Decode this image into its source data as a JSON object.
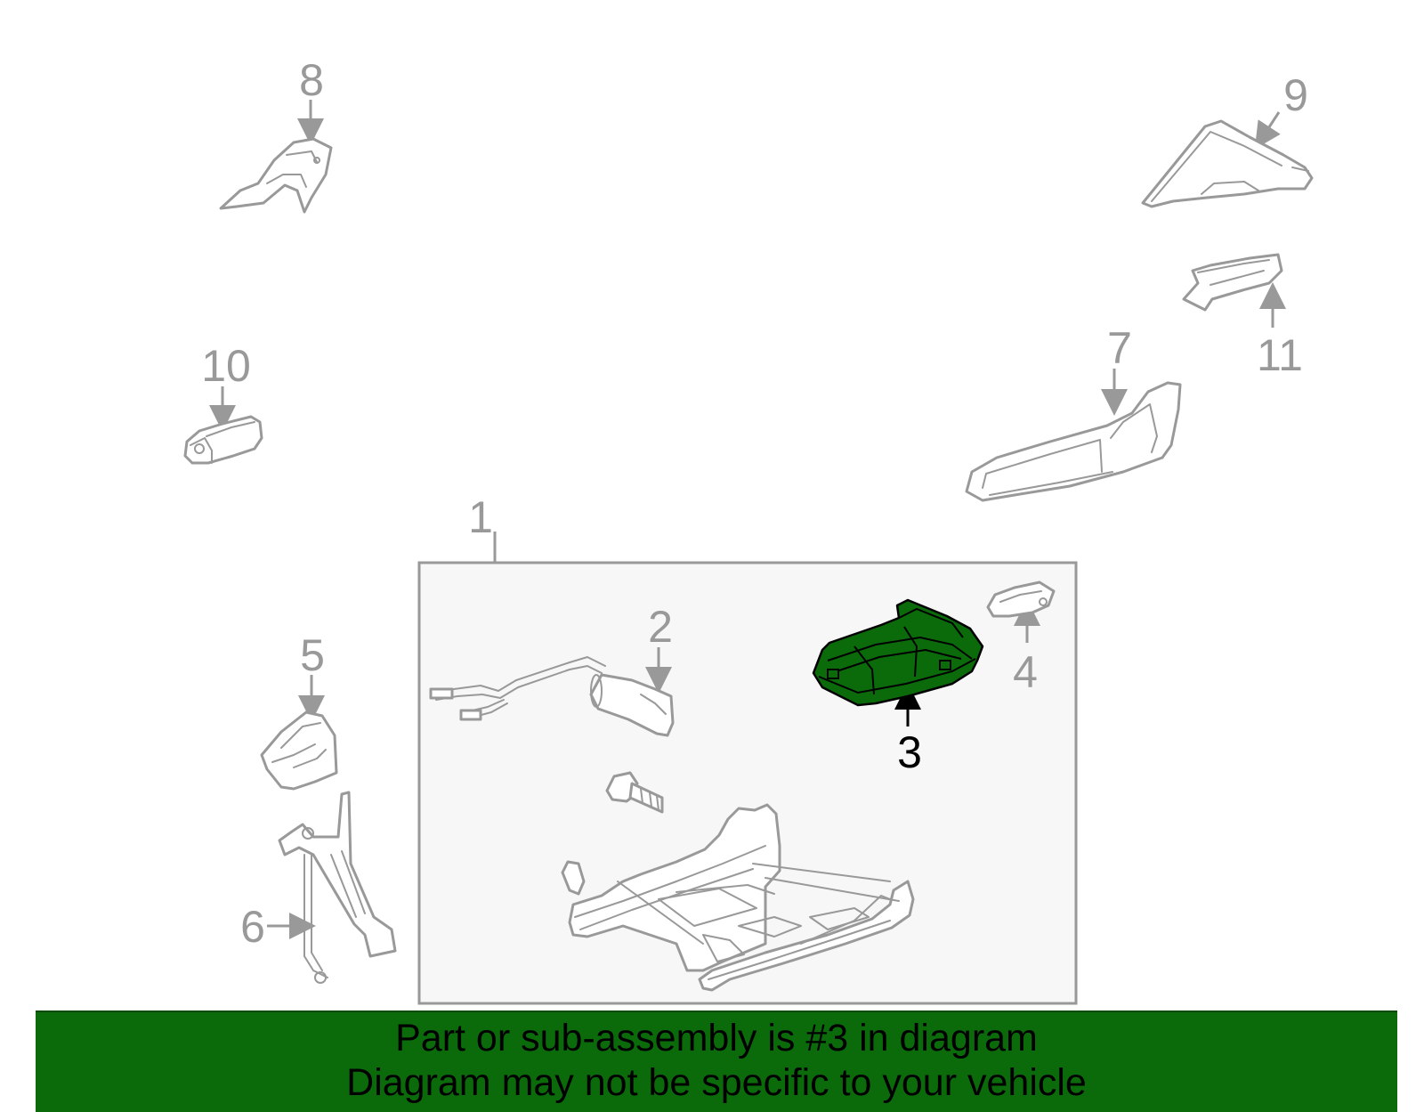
{
  "diagram": {
    "callouts": [
      "1",
      "2",
      "3",
      "4",
      "5",
      "6",
      "7",
      "8",
      "9",
      "10",
      "11"
    ],
    "highlighted_part": "3",
    "highlight_color": "#0b6b0b",
    "line_color": "#999999"
  },
  "banner": {
    "line1": "Part or sub-assembly is #3 in diagram",
    "line2": "Diagram may not be specific to your vehicle",
    "background": "#0b6b0b"
  }
}
